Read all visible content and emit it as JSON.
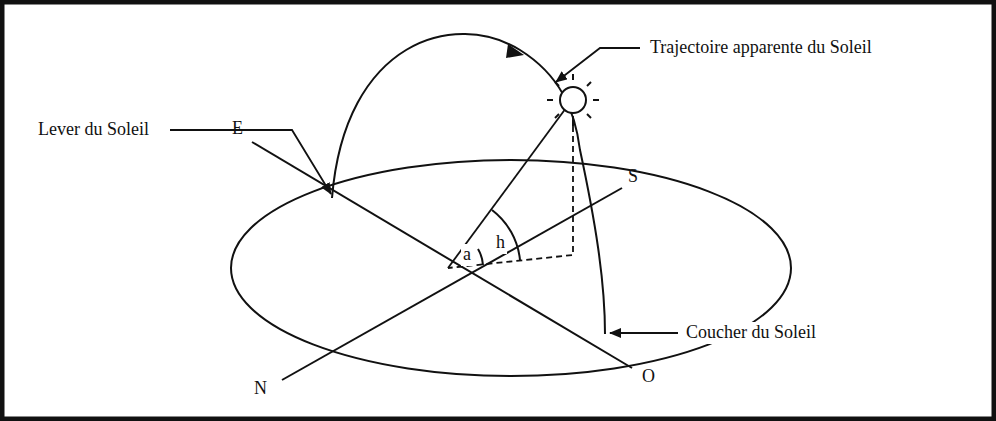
{
  "diagram": {
    "labels": [
      "Trajectoire apparente du Soleil",
      "Lever du Soleil",
      "E",
      "S",
      "a",
      "h",
      "Coucher du Soleil",
      "N",
      "O"
    ]
  }
}
